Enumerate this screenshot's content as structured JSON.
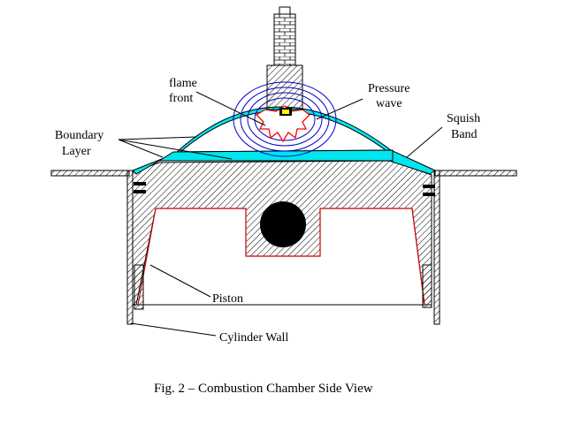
{
  "labels": {
    "flame_front_line1": "flame",
    "flame_front_line2": "front",
    "pressure_wave_line1": "Pressure",
    "pressure_wave_line2": "wave",
    "boundary_layer_line1": "Boundary",
    "boundary_layer_line2": "Layer",
    "squish_band_line1": "Squish",
    "squish_band_line2": "Band",
    "piston": "Piston",
    "cylinder_wall": "Cylinder Wall"
  },
  "caption": "Fig. 2 – Combustion Chamber Side View",
  "colors": {
    "hatch": "#000000",
    "piston_outline": "#cc0000",
    "boundary_layer": "#00e5ee",
    "flame": "#ff0000",
    "pressure_wave": "#0000cc",
    "spark_tip": "#ffff00",
    "wrist_pin": "#000000"
  }
}
